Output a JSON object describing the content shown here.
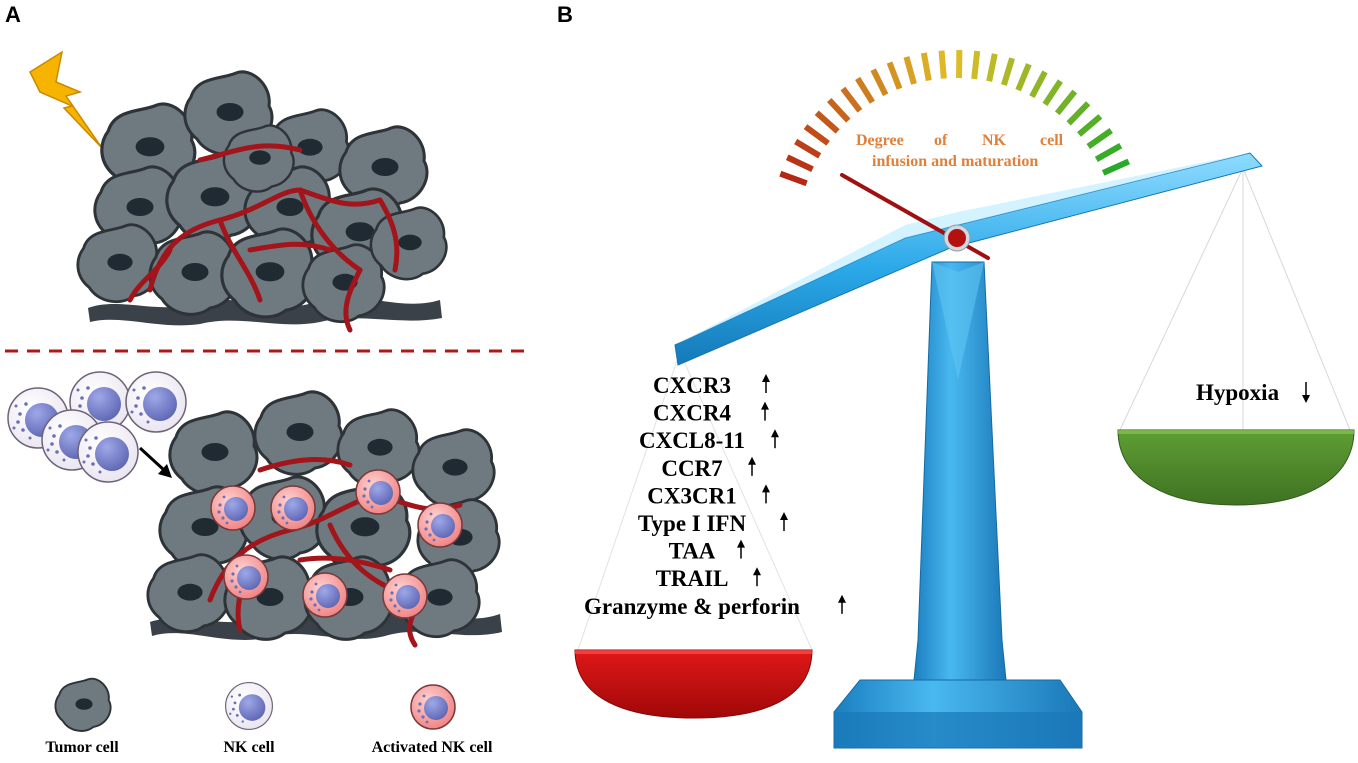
{
  "panels": {
    "a": "A",
    "b": "B"
  },
  "legend": {
    "tumor": "Tumor cell",
    "nk": "NK cell",
    "activated": "Activated NK cell"
  },
  "gauge": {
    "line1": "Degree",
    "line1b": "of",
    "line1c": "NK",
    "line1d": "cell",
    "line2": "infusion and maturation"
  },
  "left_markers": [
    {
      "label": "CXCR3",
      "dir": "up"
    },
    {
      "label": "CXCR4",
      "dir": "up"
    },
    {
      "label": "CXCL8-11",
      "dir": "up"
    },
    {
      "label": "CCR7",
      "dir": "up"
    },
    {
      "label": "CX3CR1",
      "dir": "up"
    },
    {
      "label": "Type I IFN",
      "dir": "up"
    },
    {
      "label": "TAA",
      "dir": "up"
    },
    {
      "label": "TRAIL",
      "dir": "up"
    },
    {
      "label": "Granzyme & perforin",
      "dir": "up"
    }
  ],
  "right_markers": [
    {
      "label": "Hypoxia",
      "dir": "down"
    }
  ],
  "colors": {
    "beam": "#2aa8e8",
    "left_pan": "#c40a0a",
    "right_pan": "#4f8a2a",
    "vessel": "#a3141b",
    "tumor": "#6f7980",
    "divider": "#b01818",
    "bolt": "#f6b400"
  }
}
